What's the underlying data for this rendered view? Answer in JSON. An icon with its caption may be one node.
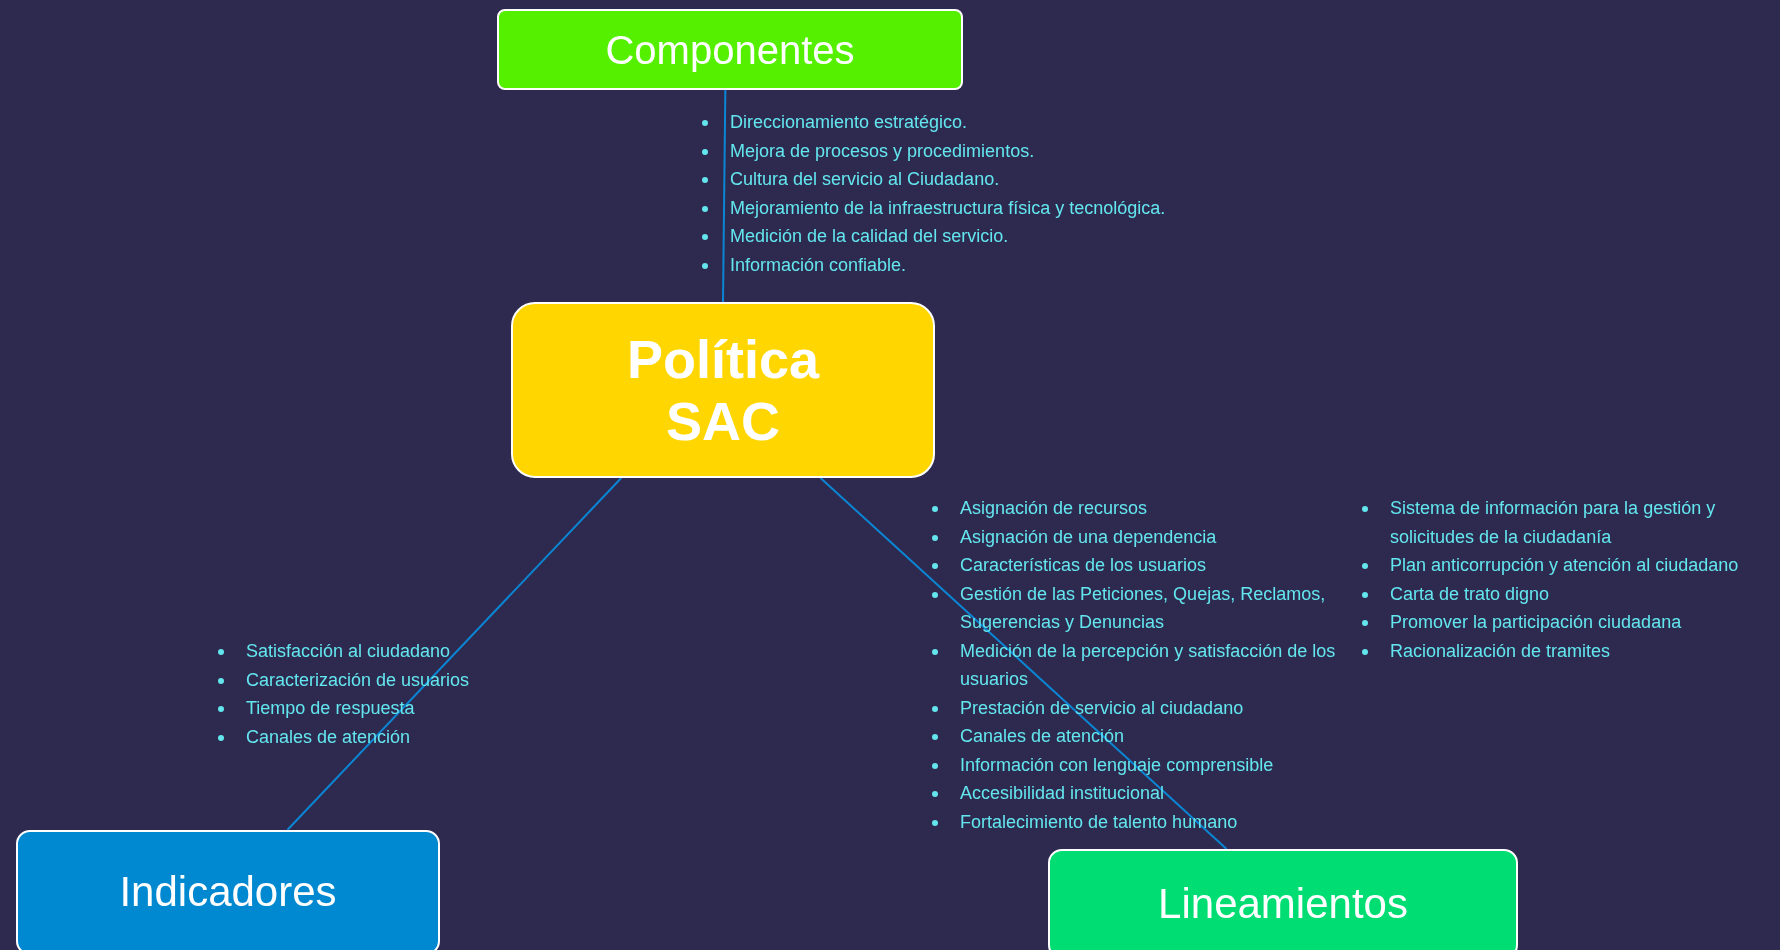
{
  "diagram": {
    "nodes": [
      {
        "text": [
          "Componentes"
        ],
        "beside": [
          "Direccionamiento estratégico.",
          "Mejora de procesos y procedimientos.",
          "Cultura del servicio al Ciudadano.",
          "Mejoramiento de la infraestructura física y tecnológica.",
          "Medición de la calidad del servicio.",
          "Información confiable."
        ]
      },
      {
        "text": [
          "Política SAC"
        ]
      },
      {
        "text": [
          "Indicadores"
        ],
        "beside": [
          "Satisfacción al ciudadano",
          "Caracterización de usuarios",
          "Tiempo de respuesta",
          "Canales de atención"
        ]
      },
      {
        "text": [
          "Lineamientos"
        ],
        "beside": [
          "Asignación de recursos",
          "Asignación de una dependencia",
          "Características de los usuarios",
          "Gestión de las Peticiones, Quejas, Reclamos, Sugerencias y Denuncias",
          "Medición de la percepción y satisfacción de los usuarios",
          "Prestación de servicio al ciudadano",
          "Canales de atención",
          "Información con lenguaje comprensible",
          "Accesibilidad institucional",
          "Fortalecimiento de talento humano",
          "Sistema de información para la gestión y solicitudes de la ciudadanía",
          "Plan anticorrupción y atención al ciudadano",
          "Carta de trato digno",
          "Promover la participación ciudadana",
          "Racionalización de tramites"
        ]
      }
    ],
    "edges": [
      {
        "from": 0,
        "to": 1,
        "arrow": "none"
      },
      {
        "from": 1,
        "to": 2,
        "arrow": "none"
      },
      {
        "from": 1,
        "to": 3,
        "arrow": "none"
      }
    ]
  }
}
